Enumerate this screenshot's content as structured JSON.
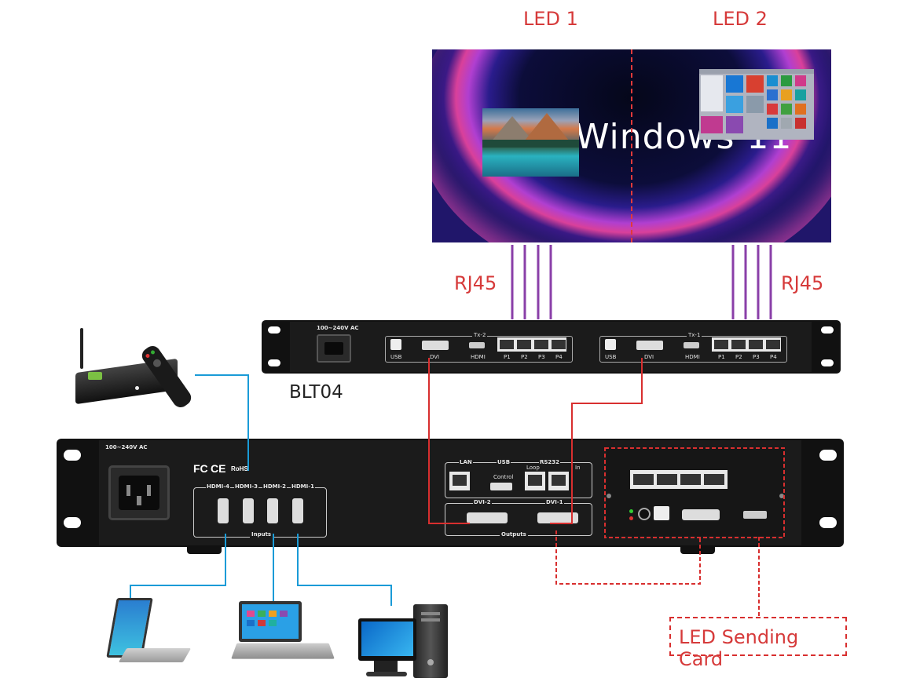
{
  "labels": {
    "led1": "LED 1",
    "led2": "LED 2",
    "rj45_left": "RJ45",
    "rj45_right": "RJ45",
    "blt04": "BLT04",
    "sending_card": "LED Sending Card"
  },
  "screen": {
    "text": "Windows 11"
  },
  "blt04_panel": {
    "power": "100~240V AC",
    "tx2": "Tx-2",
    "tx1": "Tx-1",
    "usb": "USB",
    "dvi": "DVI",
    "hdmi": "HDMI",
    "p1": "P1",
    "p2": "P2",
    "p3": "P3",
    "p4": "P4"
  },
  "processor_panel": {
    "power": "100~240V AC",
    "cert_fc": "FC",
    "cert_ce": "CE",
    "cert_rohs": "RoHS",
    "hdmi4": "HDMI-4",
    "hdmi3": "HDMI-3",
    "hdmi2": "HDMI-2",
    "hdmi1": "HDMI-1",
    "inputs": "Inputs",
    "lan": "LAN",
    "usb": "USB",
    "control": "Control",
    "rs232": "RS232",
    "loop": "Loop",
    "in": "In",
    "dvi2": "DVI-2",
    "dvi1": "DVI-1",
    "outputs": "Outputs"
  },
  "colors": {
    "label_red": "#d63a3a",
    "cable_purple": "#8a3fa8",
    "cable_red": "#d82f2f",
    "cable_blue": "#1a9bd7",
    "panel_dark": "#1a1a1a"
  }
}
